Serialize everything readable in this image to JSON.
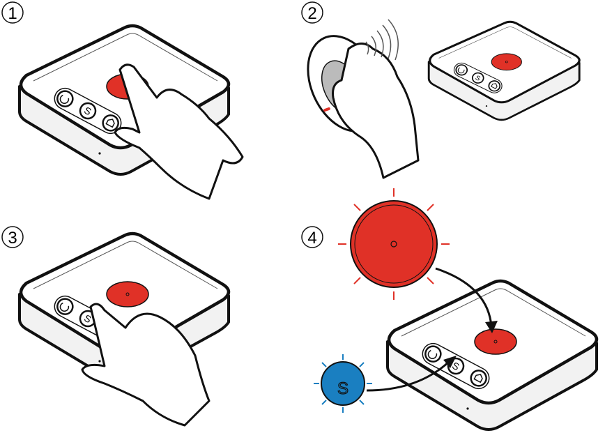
{
  "steps": [
    {
      "number": "1",
      "action": "press-red-button"
    },
    {
      "number": "2",
      "action": "pendant-signal"
    },
    {
      "number": "3",
      "action": "press-s-button"
    },
    {
      "number": "4",
      "action": "red-and-s-light-up"
    }
  ],
  "button_letter": "S",
  "icons": [
    "moon-icon",
    "s-icon",
    "house-icon"
  ],
  "colors": {
    "red": "#e03127",
    "blue": "#1a7fc1",
    "outline": "#111111",
    "side": "#eeeeee"
  }
}
